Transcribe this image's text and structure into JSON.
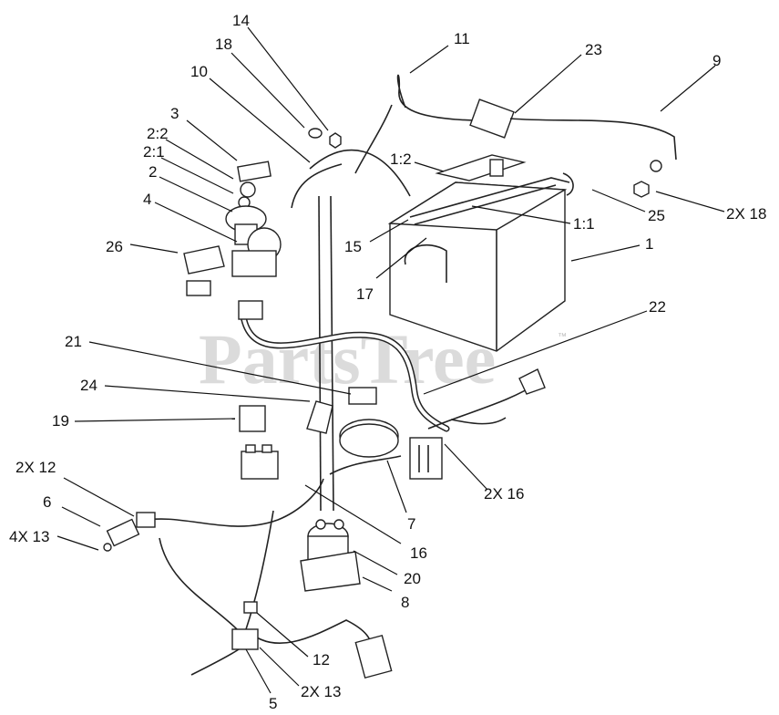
{
  "watermark": {
    "text": "PartsTree",
    "tm": "™"
  },
  "callouts": [
    {
      "id": "c-14",
      "text": "14"
    },
    {
      "id": "c-18",
      "text": "18"
    },
    {
      "id": "c-11",
      "text": "11"
    },
    {
      "id": "c-23",
      "text": "23"
    },
    {
      "id": "c-9",
      "text": "9"
    },
    {
      "id": "c-10",
      "text": "10"
    },
    {
      "id": "c-3",
      "text": "3"
    },
    {
      "id": "c-2-2",
      "text": "2:2"
    },
    {
      "id": "c-2-1",
      "text": "2:1"
    },
    {
      "id": "c-2",
      "text": "2"
    },
    {
      "id": "c-1-2",
      "text": "1:2"
    },
    {
      "id": "c-4",
      "text": "4"
    },
    {
      "id": "c-1-1",
      "text": "1:1"
    },
    {
      "id": "c-25",
      "text": "25"
    },
    {
      "id": "c-2x18",
      "text": "2X 18"
    },
    {
      "id": "c-26",
      "text": "26"
    },
    {
      "id": "c-15",
      "text": "15"
    },
    {
      "id": "c-1",
      "text": "1"
    },
    {
      "id": "c-17",
      "text": "17"
    },
    {
      "id": "c-22",
      "text": "22"
    },
    {
      "id": "c-21",
      "text": "21"
    },
    {
      "id": "c-24",
      "text": "24"
    },
    {
      "id": "c-19",
      "text": "19"
    },
    {
      "id": "c-2x12",
      "text": "2X 12"
    },
    {
      "id": "c-2x16",
      "text": "2X 16"
    },
    {
      "id": "c-6",
      "text": "6"
    },
    {
      "id": "c-7",
      "text": "7"
    },
    {
      "id": "c-4x13",
      "text": "4X 13"
    },
    {
      "id": "c-16",
      "text": "16"
    },
    {
      "id": "c-20",
      "text": "20"
    },
    {
      "id": "c-8",
      "text": "8"
    },
    {
      "id": "c-12",
      "text": "12"
    },
    {
      "id": "c-2x13",
      "text": "2X 13"
    },
    {
      "id": "c-5",
      "text": "5"
    }
  ]
}
